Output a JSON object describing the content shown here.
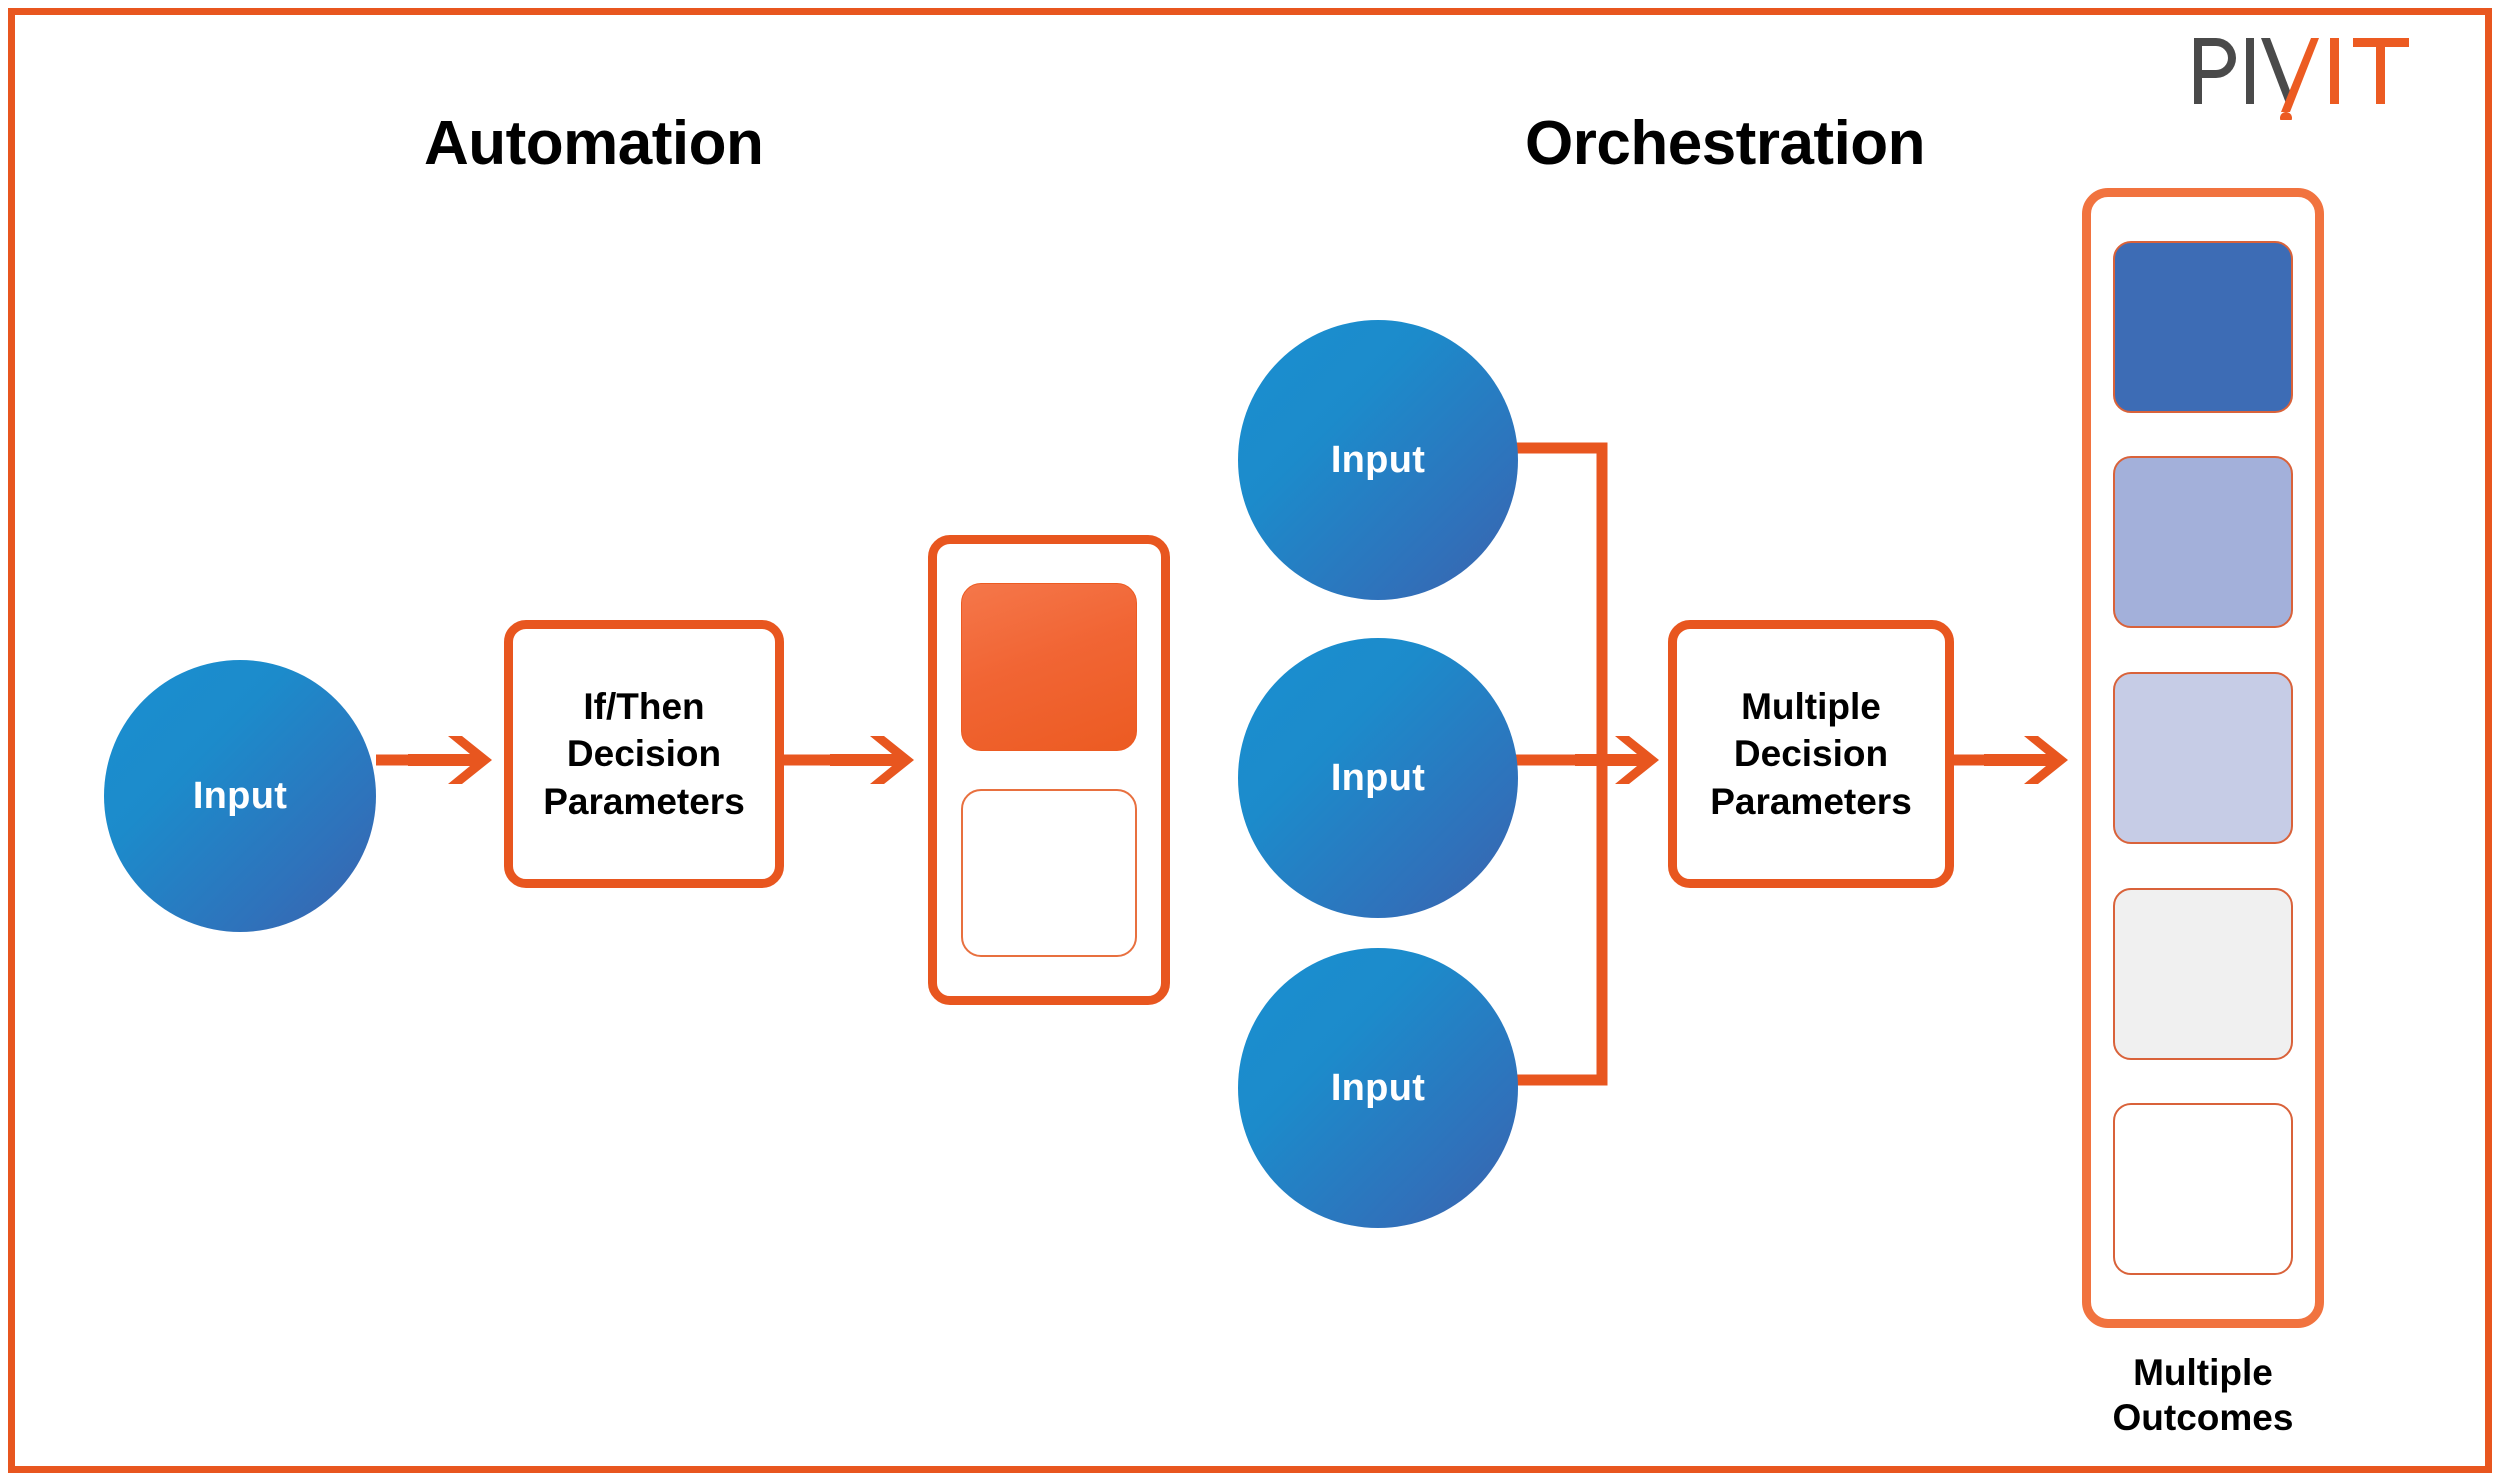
{
  "frame": {
    "border_color": "#E8561F"
  },
  "brand": {
    "logo_name": "pivit-logo",
    "text_dark": "PIV",
    "text_accent": "IT",
    "dark_color": "#4A4A4A",
    "accent_color": "#EC5B22"
  },
  "sections": {
    "automation": {
      "title": "Automation",
      "input": {
        "label": "Input"
      },
      "decision": {
        "lines": [
          "If/Then",
          "Decision",
          "Parameters"
        ]
      },
      "outcomes": {
        "tiles": [
          {
            "name": "outcome-tile-filled",
            "state": "filled",
            "fill": "#EC5B22"
          },
          {
            "name": "outcome-tile-empty",
            "state": "empty",
            "fill": "#FFFFFF"
          }
        ]
      }
    },
    "orchestration": {
      "title": "Orchestration",
      "inputs": [
        {
          "label": "Input"
        },
        {
          "label": "Input"
        },
        {
          "label": "Input"
        }
      ],
      "decision": {
        "lines": [
          "Multiple",
          "Decision",
          "Parameters"
        ]
      },
      "outcomes": {
        "caption": [
          "Multiple",
          "Outcomes"
        ],
        "tiles": [
          {
            "name": "outcome-tile-1",
            "fill": "#3D6CB5"
          },
          {
            "name": "outcome-tile-2",
            "fill": "#A3B0DA"
          },
          {
            "name": "outcome-tile-3",
            "fill": "#C6CCE6"
          },
          {
            "name": "outcome-tile-4",
            "fill": "#F0F0F0"
          },
          {
            "name": "outcome-tile-5",
            "fill": "#FFFFFF"
          }
        ]
      }
    }
  },
  "palette": {
    "orange": "#E8561F",
    "orange_light": "#F1733F",
    "blue_light": "#1A8FD0",
    "blue_dark": "#3C62AC",
    "text": "#000000"
  }
}
